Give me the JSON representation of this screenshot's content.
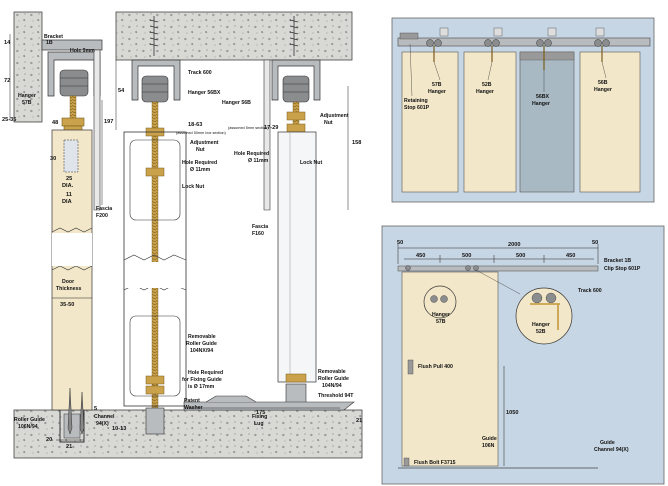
{
  "colors": {
    "concrete": "#d8d8d4",
    "door": "#f3e7c9",
    "metal": "#b9bcbf",
    "brass": "#c9a24b",
    "panelBg": "#c7d6e4",
    "glass": "#a9b9c4",
    "wheel": "#8a8c8e"
  },
  "left": {
    "bracket": {
      "label": "Bracket",
      "code": "1B"
    },
    "hole_9mm": "Hole 9mm",
    "hanger_57b": {
      "label": "Hanger",
      "code": "57B"
    },
    "track": "Track 600",
    "hanger_56bx": "Hanger 56BX",
    "hanger_56b": "Hanger 56B",
    "adjustment_nut_1": {
      "l1": "Adjustment",
      "l2": "Nut"
    },
    "adjustment_nut_2": {
      "l1": "Adjustment",
      "l2": "Nut"
    },
    "hole_11_1": {
      "l1": "Hole Required",
      "l2": "Ø 11mm"
    },
    "hole_11_2": {
      "l1": "Hole Required",
      "l2": "Ø 11mm"
    },
    "lock_nut_1": "Lock Nut",
    "lock_nut_2": "Lock Nut",
    "assume_1": "(assumed 50mm box section)",
    "assume_2": "(assumed 5mm section)",
    "fascia_f200": {
      "l1": "Fascia",
      "l2": "F200"
    },
    "fascia_f160": {
      "l1": "Fascia",
      "l2": "F160"
    },
    "door_thickness": {
      "l1": "Door",
      "l2": "Thickness"
    },
    "rg_104nx": {
      "l1": "Removable",
      "l2": "Roller Guide",
      "l3": "104NX/94"
    },
    "hole_17": {
      "l1": "Hole Required",
      "l2": "for Fixing Guide",
      "l3": "is Ø 17mm"
    },
    "patent_washer": {
      "l1": "Patent",
      "l2": "Washer"
    },
    "fixing_lug": {
      "l1": "Fixing",
      "l2": "Lug"
    },
    "rg_104n": {
      "l1": "Removable",
      "l2": "Roller Guide",
      "l3": "104N/94"
    },
    "threshold": "Threshold 94T",
    "rg_106n": {
      "l1": "Roller Guide",
      "l2": "106N/94"
    },
    "channel": {
      "l1": "Channel",
      "l2": "94(X)"
    },
    "dims": {
      "d14": "14",
      "d72": "72",
      "d2535": "25-35",
      "d54": "54",
      "d48": "48",
      "d30": "30",
      "d25": "25",
      "dia": "DIA.",
      "d11": "11",
      "dia2": "DIA",
      "d197": "197",
      "d1863": "18-63",
      "d1729": "17-29",
      "d158": "158",
      "d3550": "35-50",
      "d20": "20",
      "d21": "21",
      "d1013": "10-13",
      "d175": "175",
      "d5": "5",
      "d21b": "21"
    }
  },
  "topright": {
    "labels": {
      "h57b": {
        "l1": "57B",
        "l2": "Hanger"
      },
      "h52b": {
        "l1": "52B",
        "l2": "Hanger"
      },
      "h56bx": {
        "l1": "56BX",
        "l2": "Hanger"
      },
      "h56b": {
        "l1": "56B",
        "l2": "Hanger"
      },
      "stop": {
        "l1": "Retaining",
        "l2": "Stop 601P"
      }
    }
  },
  "bottomright": {
    "dims": {
      "w2000": "2000",
      "d50a": "50",
      "d50b": "50",
      "d450a": "450",
      "d500a": "500",
      "d500b": "500",
      "d450b": "450",
      "h1050": "1050"
    },
    "labels": {
      "bracket": "Bracket 1B",
      "clip": "Clip Stop 601P",
      "track": "Track 600",
      "hanger57b": {
        "l1": "Hanger",
        "l2": "57B"
      },
      "hanger52b": {
        "l1": "Hanger",
        "l2": "52B"
      },
      "flush_pull": "Flush Pull 400",
      "guide": {
        "l1": "Guide",
        "l2": "106N"
      },
      "flush_bolt": "Flush Bolt F3715",
      "guide_channel": {
        "l1": "Guide",
        "l2": "Channel 94(X)"
      }
    }
  }
}
